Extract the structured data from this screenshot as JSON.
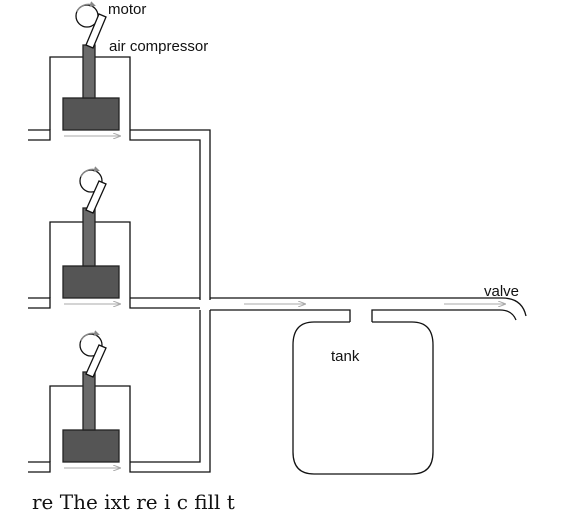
{
  "labels": {
    "motor": "motor",
    "air_compressor": "air compressor",
    "tank": "tank",
    "valve": "valve"
  },
  "caption": "re   The     ixt  re  i      c                      fill      t",
  "colors": {
    "line": "#111111",
    "piston": "#555555",
    "rod": "#6a6a6a",
    "flow_arrow": "#aaaaaa"
  },
  "icons": {
    "motor": "motor-wheel-icon",
    "rotation": "rotation-arrow-icon",
    "flow": "flow-arrow-icon"
  }
}
